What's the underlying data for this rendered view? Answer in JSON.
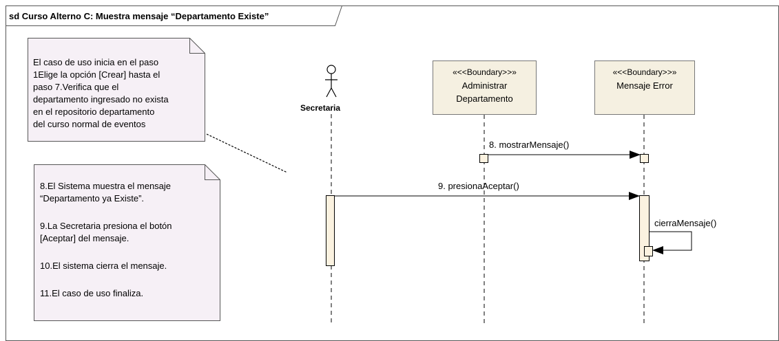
{
  "frame": {
    "title": "sd Curso Alterno C: Muestra mensaje “Departamento Existe”"
  },
  "notes": {
    "top": {
      "lines": [
        "El caso de uso inicia en el paso",
        "1Elige la opción [Crear] hasta el",
        "paso 7.Verifica que el",
        "departamento ingresado no exista",
        "en el repositorio departamento",
        "del curso normal de eventos"
      ]
    },
    "bottom": {
      "lines": [
        "8.El Sistema muestra el mensaje",
        "“Departamento ya Existe”.",
        "9.La Secretaria presiona el botón",
        "[Aceptar] del mensaje.",
        "10.El sistema cierra el mensaje.",
        "11.El caso de uso finaliza."
      ]
    }
  },
  "participants": {
    "actor": {
      "name": "Secretaria"
    },
    "admin": {
      "stereotype": "«<<Boundary>>»",
      "name_line1": "Administrar",
      "name_line2": "Departamento"
    },
    "error": {
      "stereotype": "«<<Boundary>>»",
      "name": "Mensaje Error"
    }
  },
  "messages": [
    {
      "label": "8. mostrarMensaje()"
    },
    {
      "label": "9. presionaAceptar()"
    },
    {
      "label": "cierraMensaje()"
    }
  ],
  "colors": {
    "note_fill": "#f6f0f6",
    "boundary_fill": "#f5f0e1",
    "activation_fill": "#fbf2e0",
    "line": "#000000"
  }
}
